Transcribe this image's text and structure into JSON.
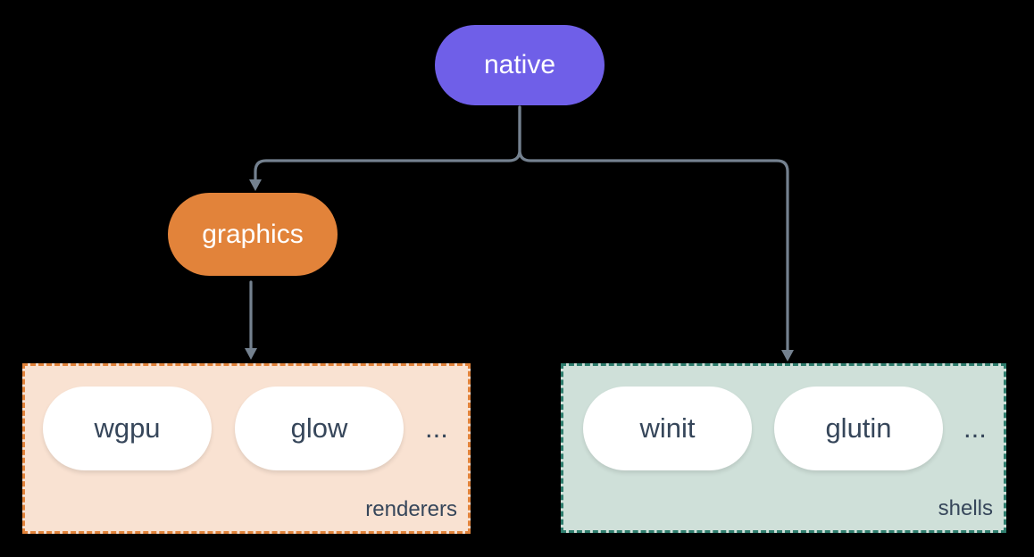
{
  "colors": {
    "background": "#000000",
    "line": "#74818f",
    "dark_text": "#36465a",
    "node_text": "#ffffff"
  },
  "nodes": {
    "native": {
      "label": "native",
      "fill": "#6f5fe8"
    },
    "graphics": {
      "label": "graphics",
      "fill": "#e2833a"
    }
  },
  "groups": {
    "renderers": {
      "label": "renderers",
      "fill": "#f9e2d2",
      "border_color": "#e2833a",
      "items": [
        "wgpu",
        "glow"
      ],
      "ellipsis": "..."
    },
    "shells": {
      "label": "shells",
      "fill": "#cfe0d9",
      "border_color": "#2e7d6d",
      "items": [
        "winit",
        "glutin"
      ],
      "ellipsis": "..."
    }
  }
}
